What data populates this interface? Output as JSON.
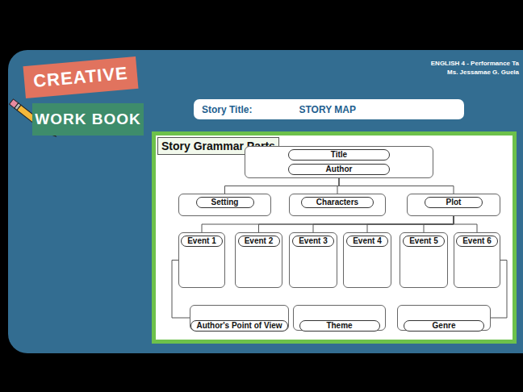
{
  "diagram": {
    "nodes": [
      {
        "text": [
          "CREATIVE"
        ]
      },
      {
        "text": [
          "WORK BOOK"
        ]
      },
      {
        "text": [
          "Story Title:",
          "STORY MAP"
        ]
      },
      {
        "text": [
          "Story Grammar Parts"
        ]
      },
      {
        "text": [
          "Title",
          "Author"
        ],
        "in": 3
      },
      {
        "text": [
          "Setting"
        ],
        "in": 3
      },
      {
        "text": [
          "Characters"
        ],
        "in": 3
      },
      {
        "text": [
          "Plot"
        ],
        "in": 3
      },
      {
        "text": [
          "Event 1"
        ],
        "in": 3
      },
      {
        "text": [
          "Event 2"
        ],
        "in": 3
      },
      {
        "text": [
          "Event 3"
        ],
        "in": 3
      },
      {
        "text": [
          "Event 4"
        ],
        "in": 3
      },
      {
        "text": [
          "Event 5"
        ],
        "in": 3
      },
      {
        "text": [
          "Event 6"
        ],
        "in": 3
      },
      {
        "text": [
          "Author's Point of View"
        ],
        "in": 3
      },
      {
        "text": [
          "Theme"
        ],
        "in": 3
      },
      {
        "text": [
          "Genre"
        ],
        "in": 3
      }
    ],
    "edges": [
      {
        "from": 4,
        "to": 5,
        "arrow": "none"
      },
      {
        "from": 4,
        "to": 6,
        "arrow": "none"
      },
      {
        "from": 4,
        "to": 7,
        "arrow": "none"
      },
      {
        "from": 7,
        "to": 8,
        "arrow": "none"
      },
      {
        "from": 7,
        "to": 9,
        "arrow": "none"
      },
      {
        "from": 7,
        "to": 10,
        "arrow": "none"
      },
      {
        "from": 7,
        "to": 11,
        "arrow": "none"
      },
      {
        "from": 7,
        "to": 12,
        "arrow": "none"
      },
      {
        "from": 7,
        "to": 13,
        "arrow": "none"
      },
      {
        "from": 8,
        "to": 14,
        "arrow": "none"
      },
      {
        "from": 13,
        "to": 16,
        "arrow": "none"
      }
    ],
    "labels": [
      "ENGLISH 4 - Performance Ta",
      "Ms. Jessamae G. Guela"
    ]
  }
}
